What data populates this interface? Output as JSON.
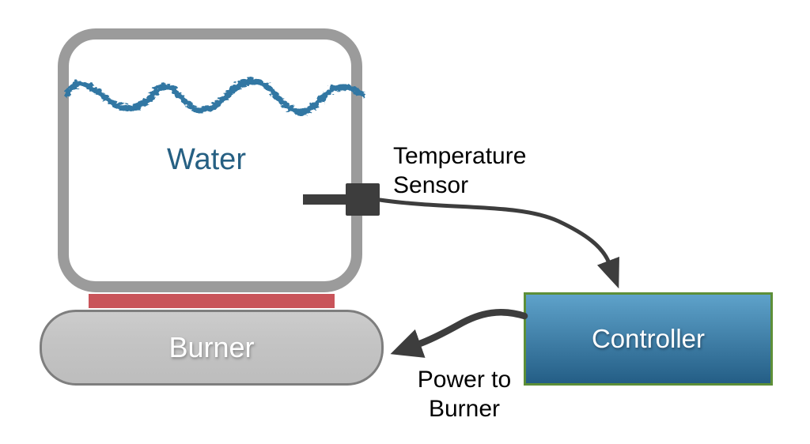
{
  "tank": {
    "label": "Water"
  },
  "burner": {
    "label": "Burner"
  },
  "controller": {
    "label": "Controller"
  },
  "sensor": {
    "label_line1": "Temperature",
    "label_line2": "Sensor"
  },
  "power": {
    "label_line1": "Power to",
    "label_line2": "Burner"
  },
  "colors": {
    "background": "#ffffff",
    "tank-border": "#9b9b9b",
    "water-wave": "#3077a3",
    "water-text": "#266083",
    "heater-red": "#c9545a",
    "burner-fill": "#c4c4c4",
    "burner-border": "#7e7e7e",
    "burner-text": "#ffffff",
    "controller-top": "#5ea2ca",
    "controller-bottom": "#245e86",
    "controller-border": "#5d8f38",
    "controller-text": "#ffffff",
    "arrow": "#3d3d3d",
    "label-text": "#000000"
  }
}
